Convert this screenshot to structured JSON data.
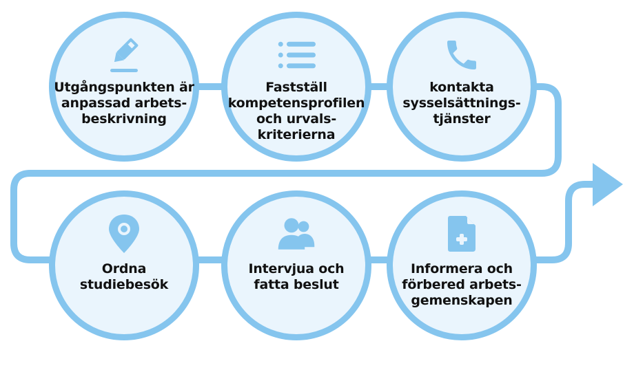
{
  "diagram": {
    "type": "process-flow",
    "colors": {
      "accent": "#85C5EE",
      "circle_fill": "#EAF5FD",
      "text": "#111111",
      "background": "#FFFFFF"
    },
    "steps": [
      {
        "order": 1,
        "icon": "pencil-icon",
        "label": "Utgångspunkten är\nanpassad arbets-\nbeskrivning"
      },
      {
        "order": 2,
        "icon": "list-icon",
        "label": "Fastställ\nkompetensprofilen\noch urvals-\nkriterierna"
      },
      {
        "order": 3,
        "icon": "phone-icon",
        "label": "kontakta\nsysselsättnings-\ntjänster"
      },
      {
        "order": 4,
        "icon": "location-pin-icon",
        "label": "Ordna\nstudiebesök"
      },
      {
        "order": 5,
        "icon": "users-icon",
        "label": "Intervjua och\nfatta beslut"
      },
      {
        "order": 6,
        "icon": "document-add-icon",
        "label": "Informera och\nförbered arbets-\ngemenskapen"
      }
    ],
    "end_marker": "arrow-right-icon"
  }
}
